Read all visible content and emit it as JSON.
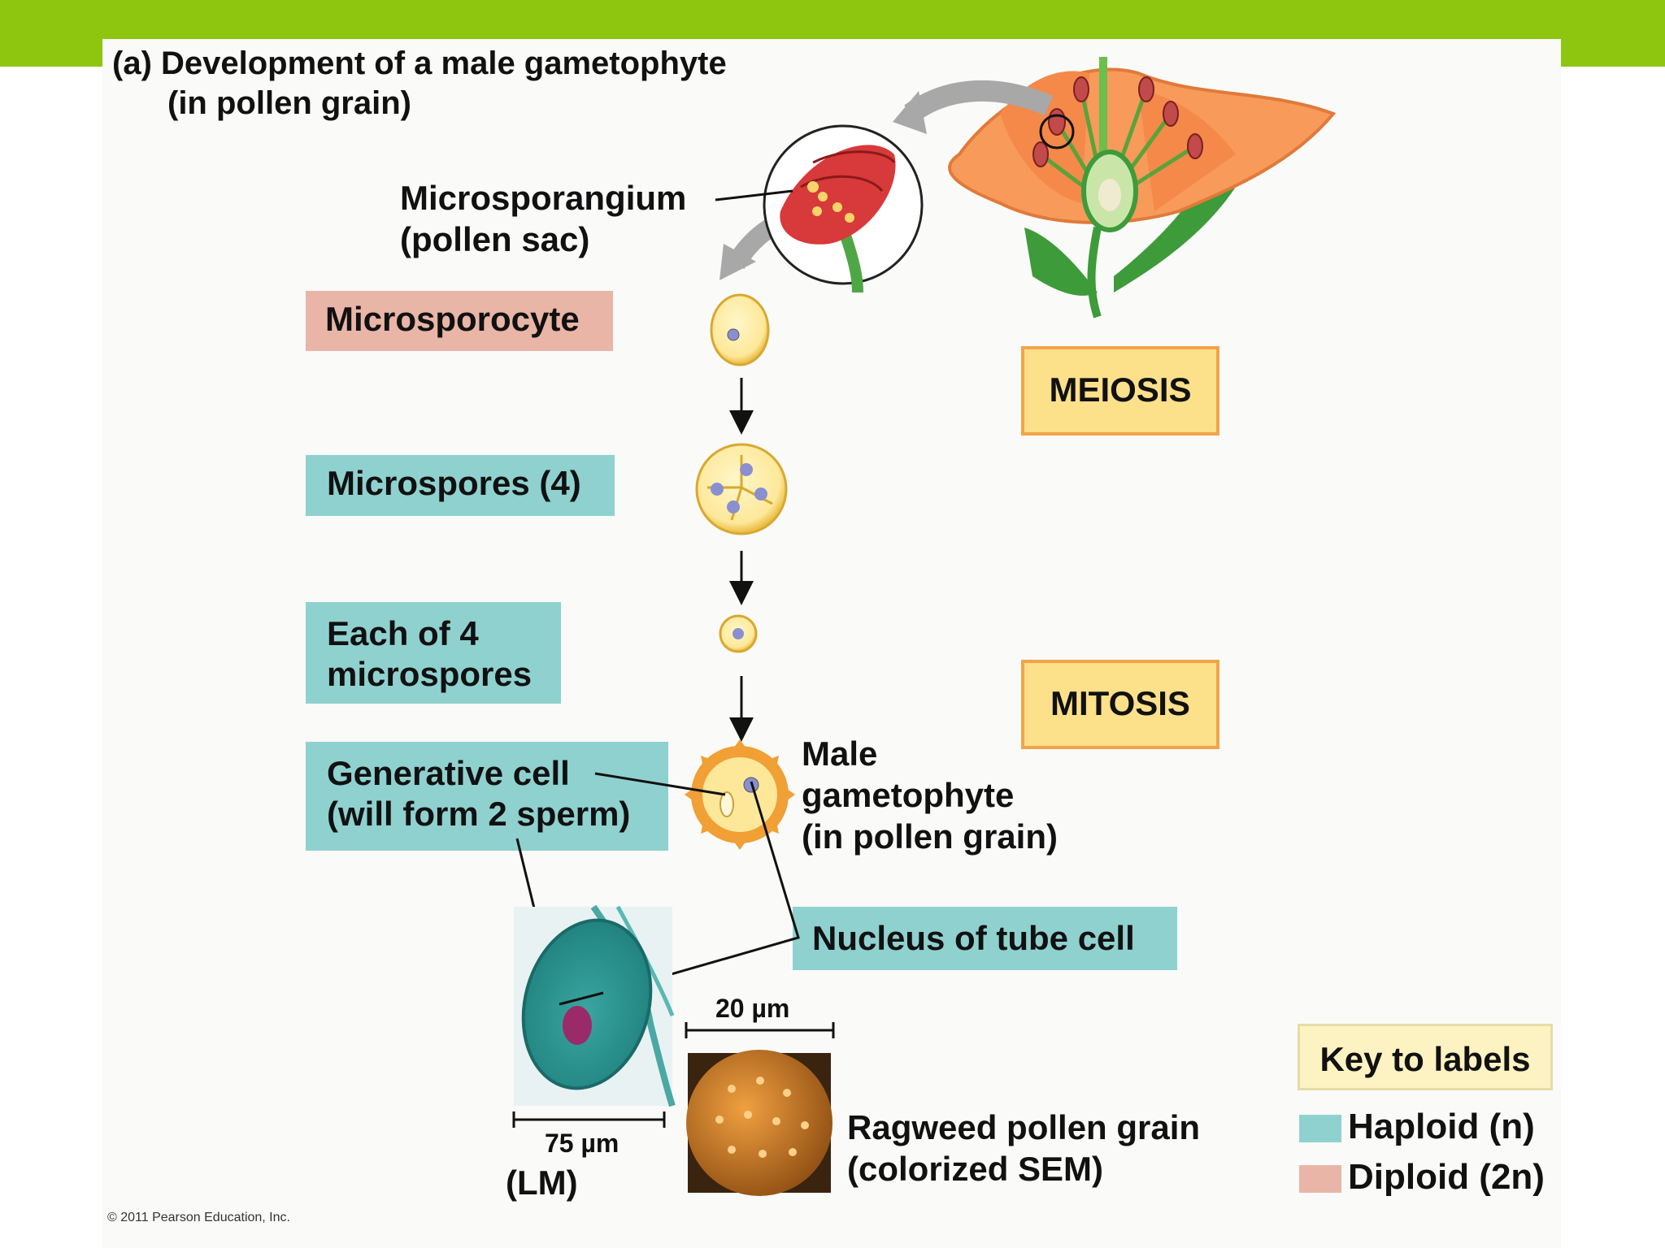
{
  "colors": {
    "accent_bar": "#8dc50f",
    "haploid": "#8fd1cf",
    "diploid": "#e8b5a7",
    "phase_fill": "#fde08a",
    "phase_border": "#f2a44a"
  },
  "title": {
    "line1": "(a) Development of a male gametophyte",
    "line2": "(in pollen grain)"
  },
  "labels": {
    "microsporangium": "Microsporangium\n(pollen sac)",
    "microsporocyte": "Microsporocyte",
    "microspores": "Microspores (4)",
    "each_of_4": "Each of 4\nmicrospores",
    "generative_cell": "Generative cell\n(will form 2 sperm)",
    "male_gametophyte": "Male\ngametophyte\n(in pollen grain)",
    "nucleus_tube_cell": "Nucleus of tube cell",
    "scale_20": "20 µm",
    "scale_75": "75 µm",
    "lm": "(LM)",
    "ragweed": "Ragweed pollen grain\n(colorized SEM)"
  },
  "phases": {
    "meiosis": "MEIOSIS",
    "mitosis": "MITOSIS"
  },
  "key": {
    "title": "Key to labels",
    "haploid_label": "Haploid (n)",
    "diploid_label": "Diploid (2n)"
  },
  "copyright": "© 2011 Pearson Education, Inc.",
  "icons": [
    "lily-flower-icon",
    "anther-icon",
    "pollen-micrograph-icon",
    "sem-pollen-icon"
  ]
}
